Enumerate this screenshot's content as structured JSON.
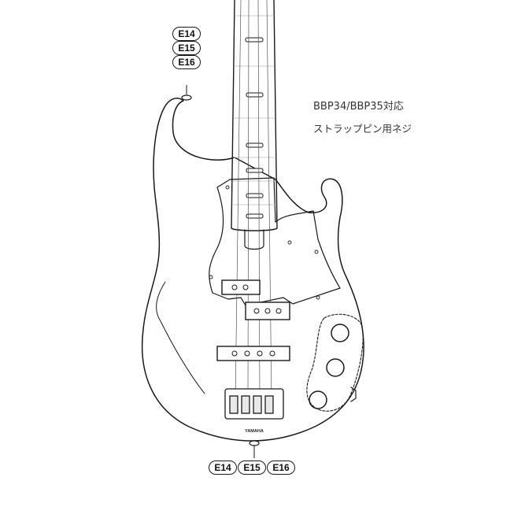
{
  "note": {
    "line1": "BBP34/BBP35対応",
    "line2": "ストラップピン用ネジ"
  },
  "top_badges": [
    "E14",
    "E15",
    "E16"
  ],
  "bottom_badges": [
    "E14",
    "E15",
    "E16"
  ],
  "logo_text": "YAMAHA"
}
